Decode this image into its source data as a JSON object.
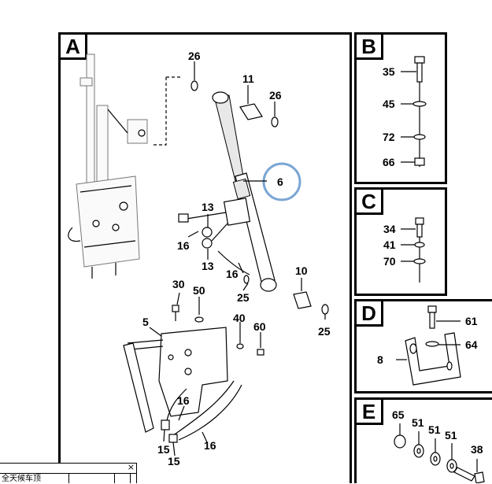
{
  "panels": {
    "A": {
      "letter": "A",
      "callouts": [
        "26",
        "11",
        "26",
        "6",
        "13",
        "16",
        "13",
        "16",
        "10",
        "25",
        "25",
        "30",
        "50",
        "5",
        "40",
        "60",
        "16",
        "16",
        "15",
        "15"
      ]
    },
    "B": {
      "letter": "B",
      "callouts": [
        "35",
        "45",
        "72",
        "66"
      ]
    },
    "C": {
      "letter": "C",
      "callouts": [
        "34",
        "41",
        "70"
      ]
    },
    "D": {
      "letter": "D",
      "callouts": [
        "61",
        "64",
        "8"
      ]
    },
    "E": {
      "letter": "E",
      "callouts": [
        "65",
        "51",
        "51",
        "51",
        "38"
      ]
    }
  },
  "highlight": {
    "label": "6",
    "color": "#7aa6d4"
  },
  "bottom_table": {
    "title": "全天候车顶",
    "close": "×"
  }
}
